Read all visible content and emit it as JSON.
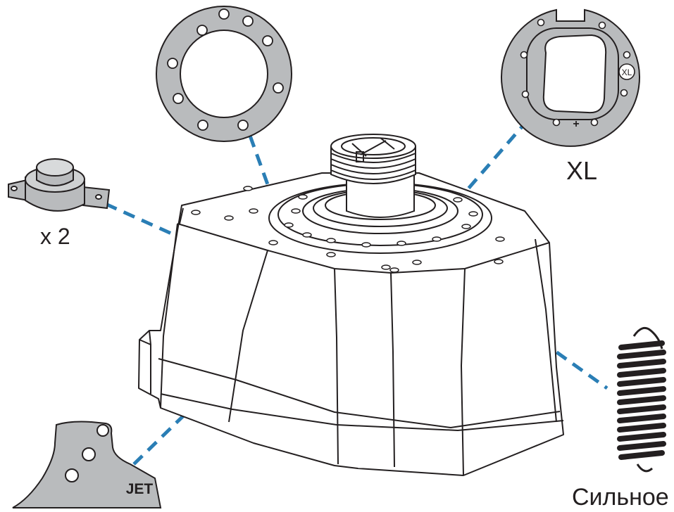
{
  "labels": {
    "bracket_count": "x 2",
    "xl_plate": "XL",
    "jet_plate": "JET",
    "xl_badge": "XL",
    "xl_plus": "+",
    "spring": "Сильное"
  },
  "colors": {
    "part_fill": "#b9bbbd",
    "outline": "#231f20",
    "leader_line": "#2a7eb5",
    "hole_fill": "#ffffff"
  },
  "icons": {
    "bracket": "bump-stop-bracket-icon",
    "ring": "mounting-ring-icon",
    "xl_plate": "xl-adapter-plate-icon",
    "jet_plate": "jet-adapter-plate-icon",
    "spring": "strong-spring-icon"
  }
}
